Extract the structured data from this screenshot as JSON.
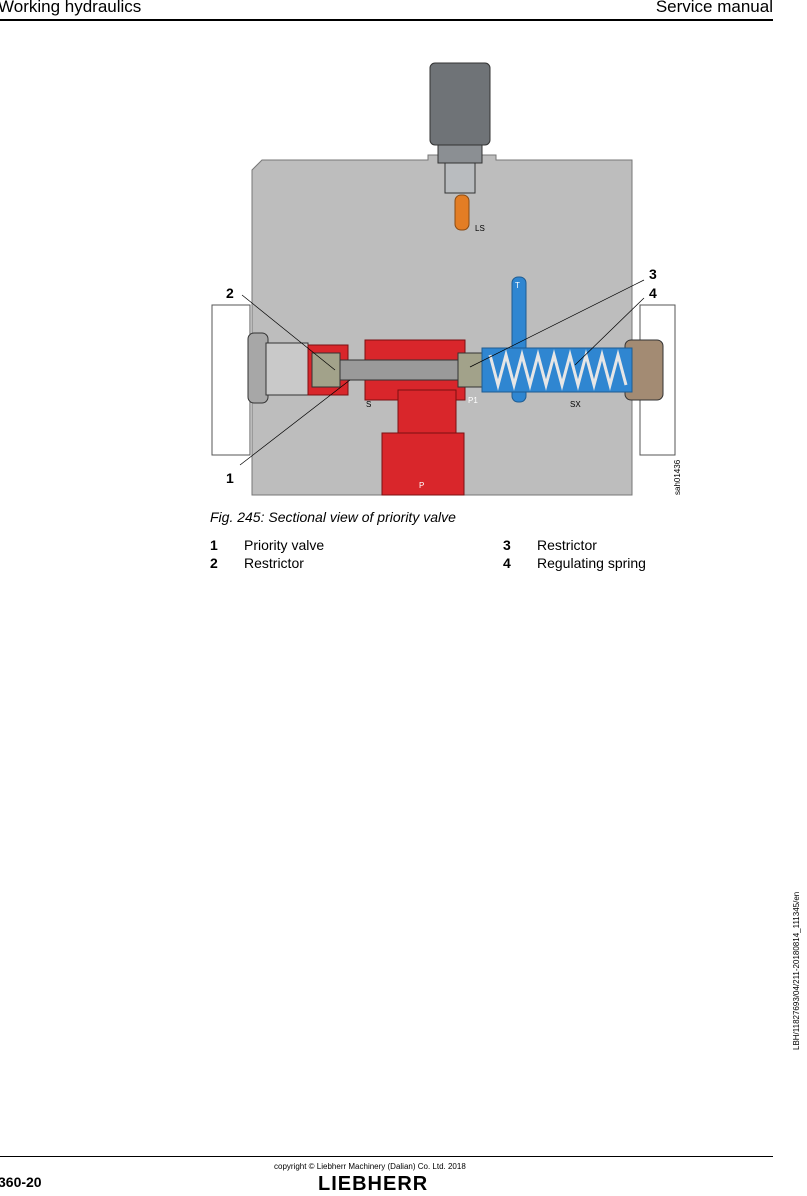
{
  "header": {
    "section": "Working hydraulics",
    "doc_type": "Service manual"
  },
  "figure": {
    "port_labels": {
      "ls": "LS",
      "t": "T",
      "s": "S",
      "p1": "P1",
      "sx": "SX",
      "p": "P"
    },
    "callouts": [
      "1",
      "2",
      "3",
      "4"
    ],
    "image_ref": "sah01436",
    "colors": {
      "pressure": "#d9262b",
      "tank": "#2f86d1",
      "ls": "#e37d24",
      "body": "#bdbdbd",
      "housing": "#8a8a8a"
    }
  },
  "caption": "Fig. 245: Sectional view of priority valve",
  "legend": [
    {
      "num": "1",
      "label": "Priority valve"
    },
    {
      "num": "2",
      "label": "Restrictor"
    },
    {
      "num": "3",
      "label": "Restrictor"
    },
    {
      "num": "4",
      "label": "Regulating spring"
    }
  ],
  "side_id": "LBH/11827693/04/211-20180814_111345/en",
  "footer": {
    "copyright": "copyright © Liebherr Machinery (Dalian) Co. Ltd. 2018",
    "page": "360-20",
    "logo": "LIEBHERR"
  }
}
